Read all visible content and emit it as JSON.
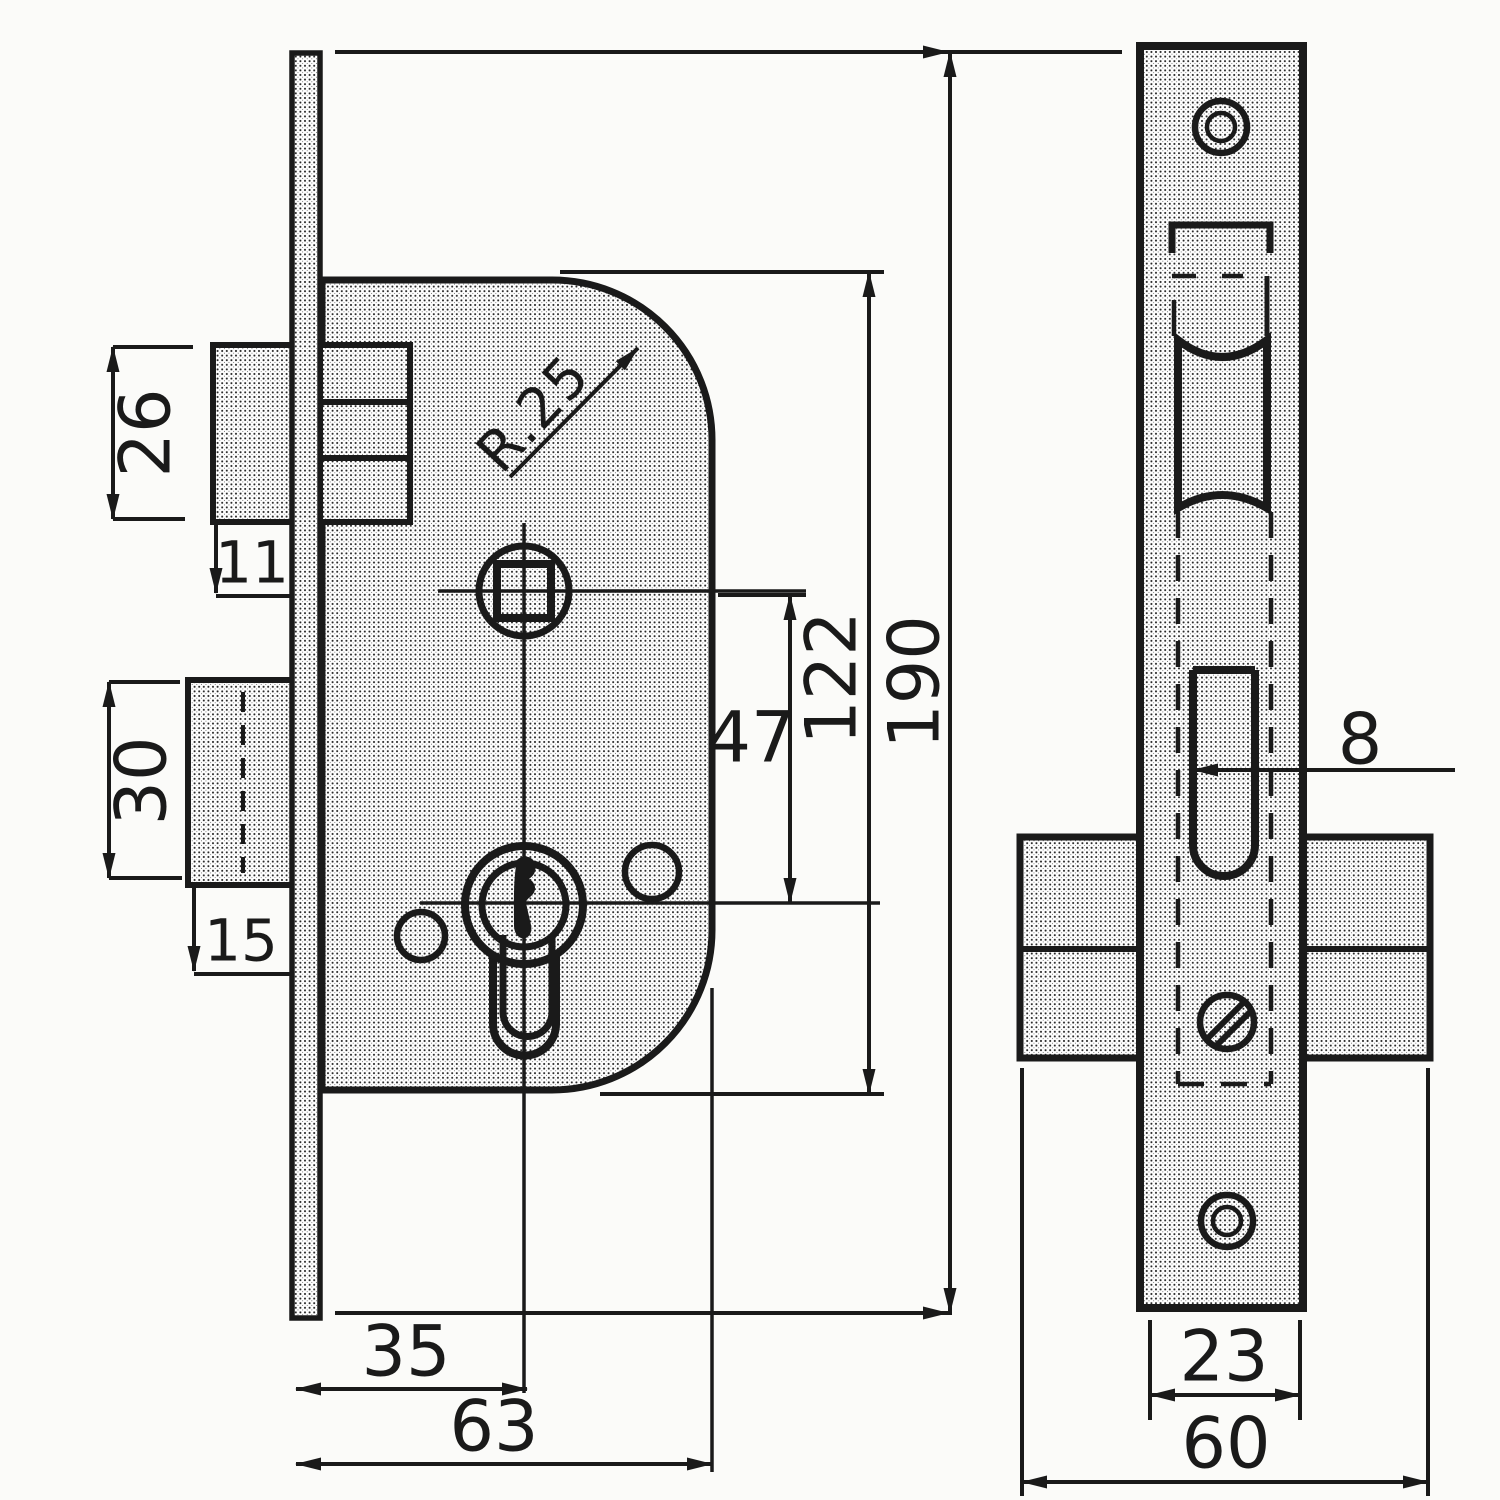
{
  "drawing": {
    "description": "Technical dimension drawing of a mortise door lock: side view of lock case (left) and front view of faceplate (right), dimensions in millimetres"
  },
  "colors": {
    "ink": "#1a1a1a",
    "paper": "#fbfbf9"
  },
  "dim_labels": {
    "latch_height": "26",
    "latch_to_spindle_axis": "11",
    "deadbolt_height": "30",
    "deadbolt_offset": "15",
    "backset_to_cylinder": "35",
    "case_depth": "63",
    "spindle_to_cylinder_distance": "47",
    "case_height": "122",
    "faceplate_height": "190",
    "faceplate_corner_radius": "R.25",
    "cylinder_slot_width": "8",
    "faceplate_width": "23",
    "case_width_front": "60"
  }
}
